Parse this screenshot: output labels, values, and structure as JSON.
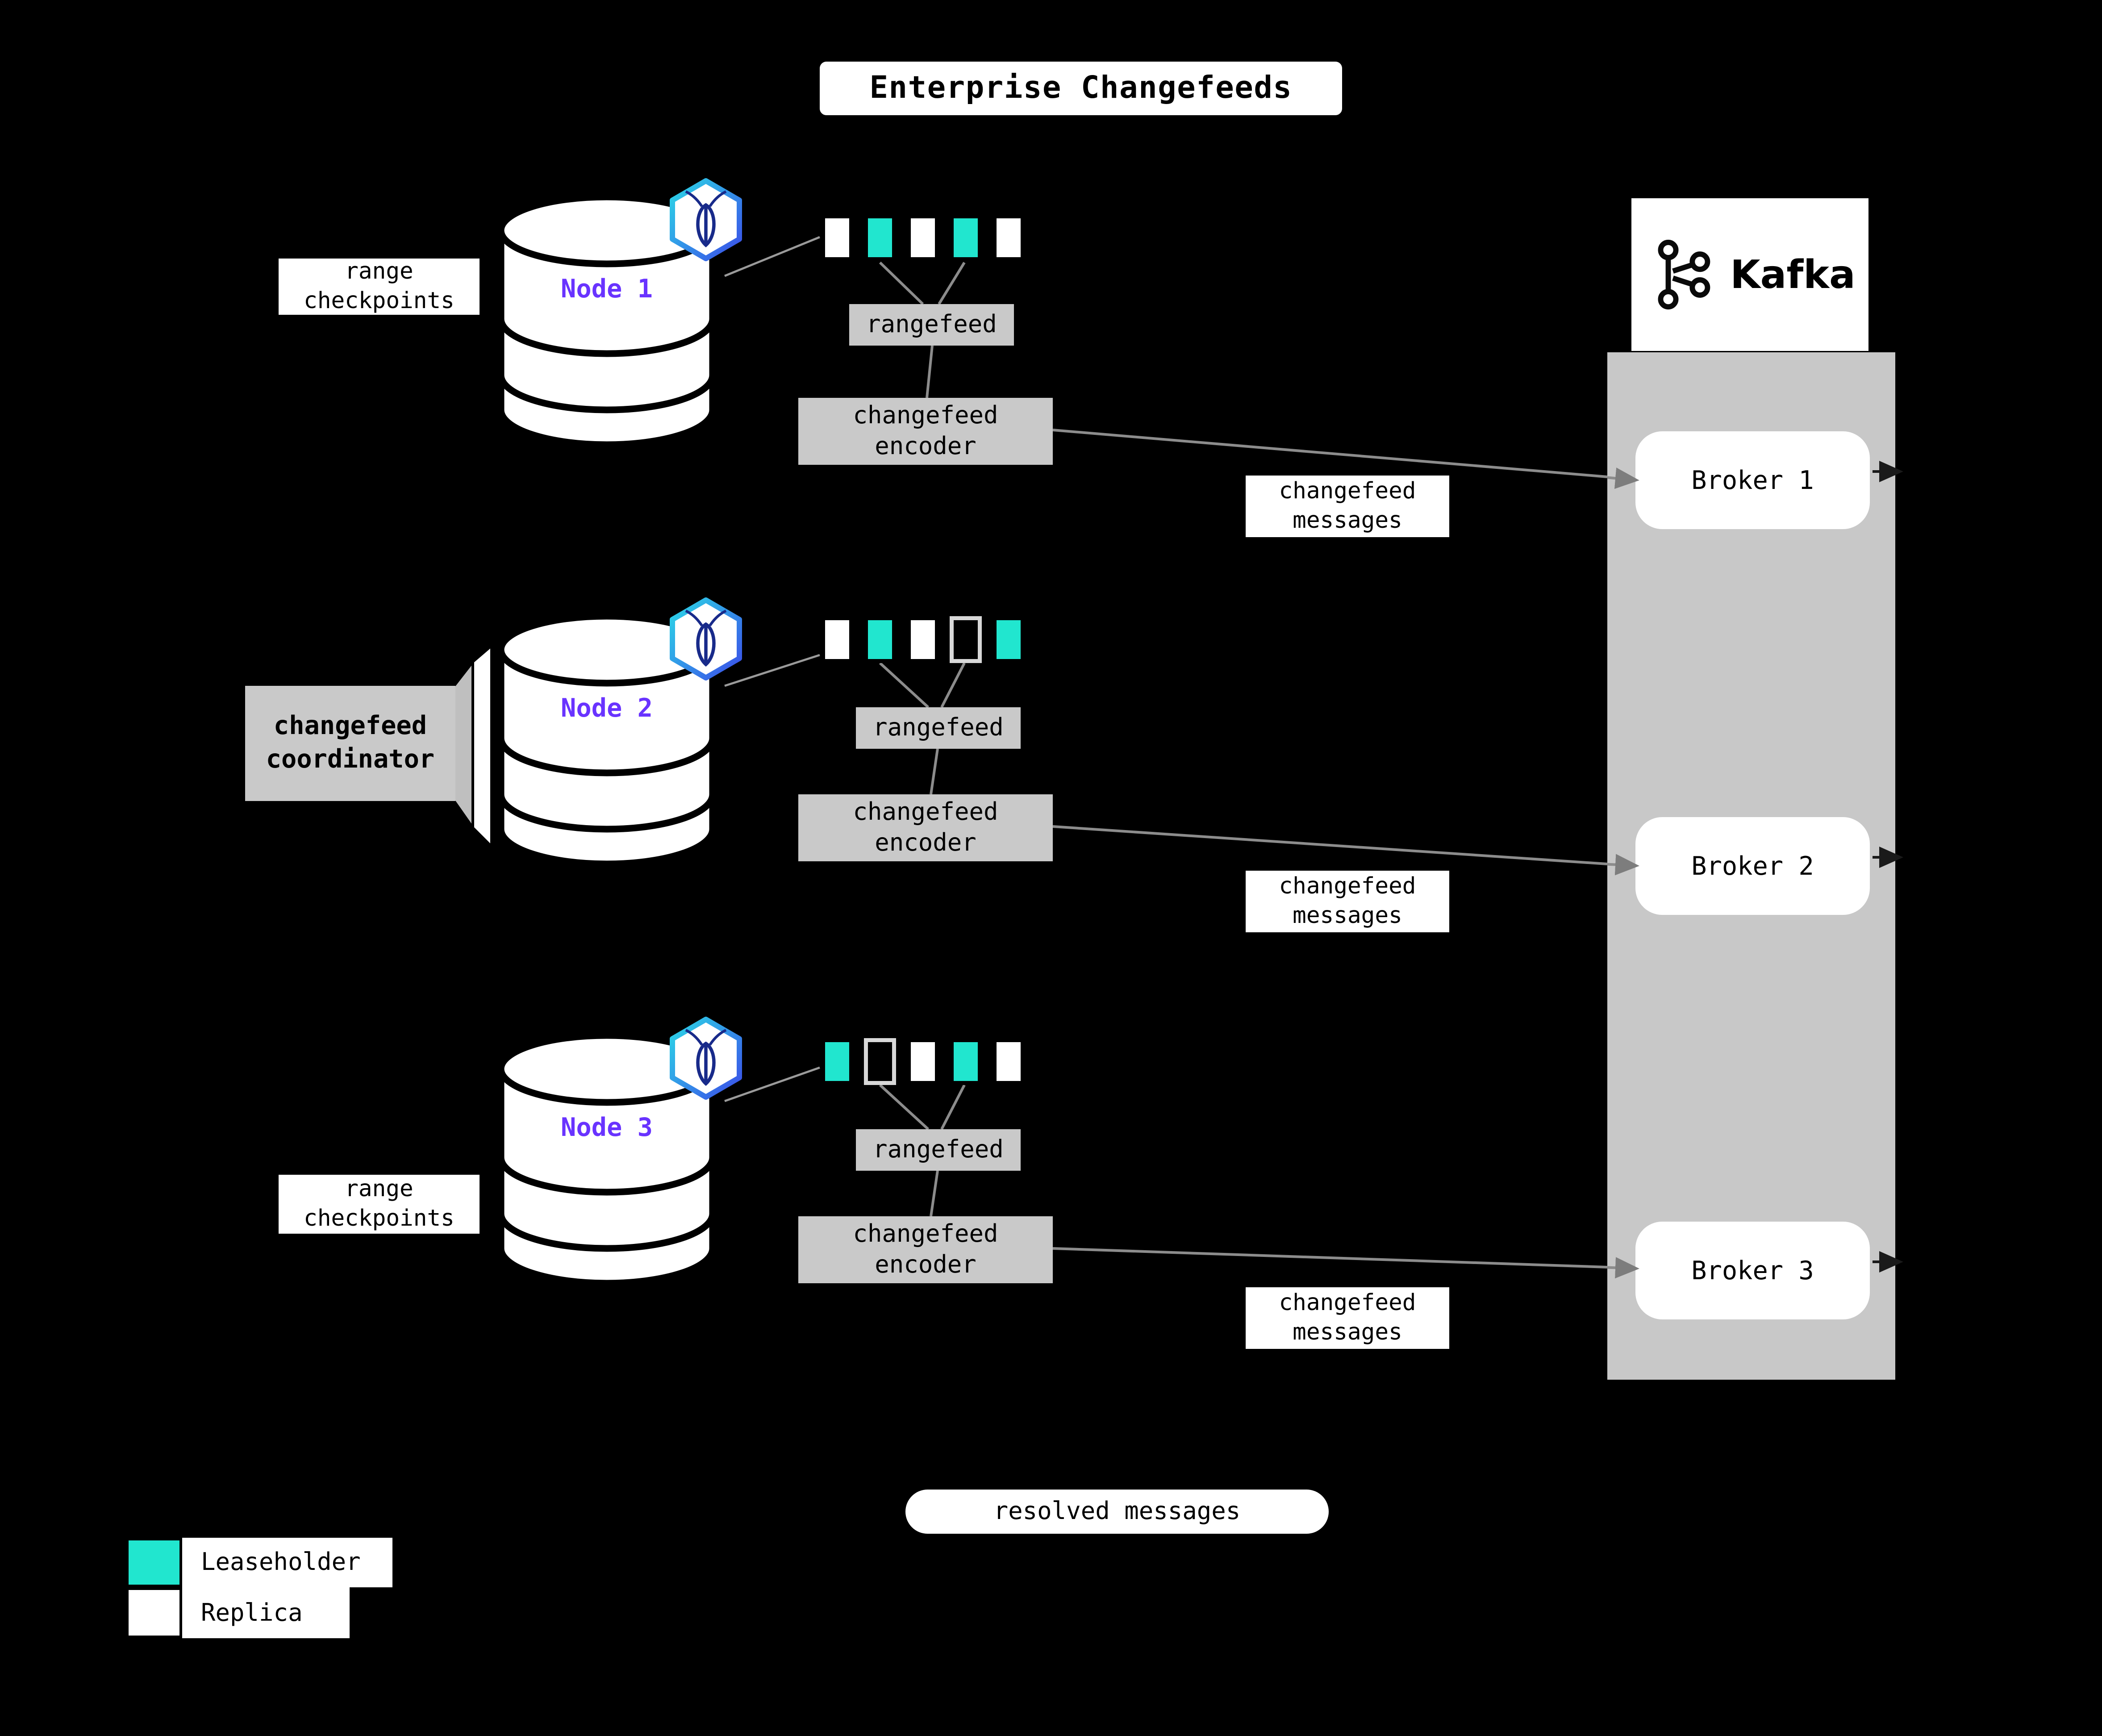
{
  "title": "Enterprise Changefeeds",
  "colors": {
    "leaseholder": "#21E6CF",
    "replica": "#FFFFFF",
    "node_label": "#6933FF",
    "box_gray": "#C9C9C9",
    "kafka_panel": "#C8C8C8",
    "background": "#000000",
    "connector": "#8C8C8C"
  },
  "nodes": [
    {
      "name": "Node 1",
      "side_label": {
        "line1": "range",
        "line2": "checkpoints"
      },
      "replicas": [
        "replica",
        "leaseholder",
        "replica",
        "leaseholder",
        "replica"
      ],
      "rangefeed_label": "rangefeed",
      "encoder": {
        "line1": "changefeed",
        "line2": "encoder"
      },
      "messages": {
        "line1": "changefeed",
        "line2": "messages"
      }
    },
    {
      "name": "Node 2",
      "side_label": {
        "line1": "changefeed",
        "line2": "coordinator"
      },
      "replicas": [
        "replica",
        "leaseholder",
        "replica",
        "empty",
        "leaseholder"
      ],
      "rangefeed_label": "rangefeed",
      "encoder": {
        "line1": "changefeed",
        "line2": "encoder"
      },
      "messages": {
        "line1": "changefeed",
        "line2": "messages"
      }
    },
    {
      "name": "Node 3",
      "side_label": {
        "line1": "range",
        "line2": "checkpoints"
      },
      "replicas": [
        "leaseholder",
        "empty",
        "replica",
        "leaseholder",
        "replica"
      ],
      "rangefeed_label": "rangefeed",
      "encoder": {
        "line1": "changefeed",
        "line2": "encoder"
      },
      "messages": {
        "line1": "changefeed",
        "line2": "messages"
      }
    }
  ],
  "kafka": {
    "brand": "Kafka",
    "brokers": [
      "Broker 1",
      "Broker 2",
      "Broker 3"
    ]
  },
  "resolved_label": "resolved messages",
  "legend": {
    "leaseholder": "Leaseholder",
    "replica": "Replica"
  }
}
